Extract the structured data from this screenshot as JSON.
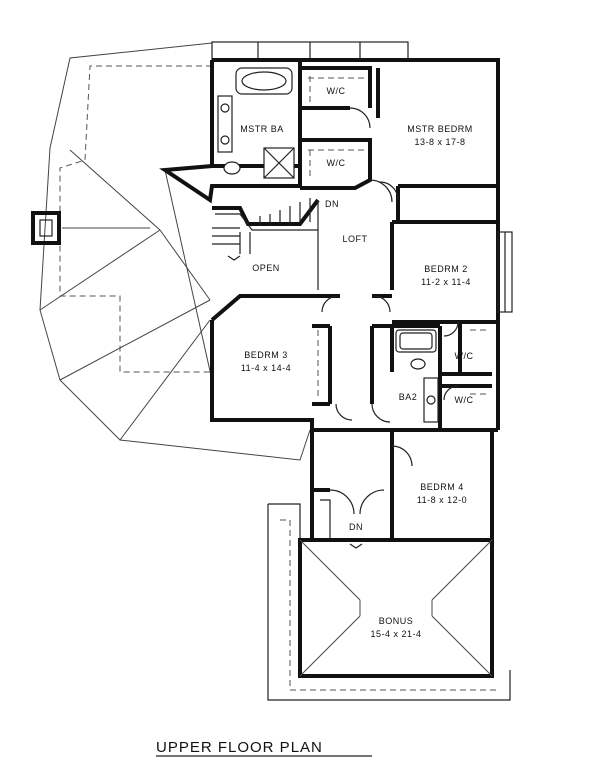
{
  "plan_title": "UPPER FLOOR PLAN",
  "rooms": {
    "wic1": "W/C",
    "wic2": "W/C",
    "mstr_ba": "MSTR BA",
    "mstr_bedrm": {
      "name": "MSTR BEDRM",
      "dims": "13-8 x 17-8"
    },
    "dn_stair": "DN",
    "loft": "LOFT",
    "open": "OPEN",
    "bedrm2": {
      "name": "BEDRM 2",
      "dims": "11-2 x 11-4"
    },
    "bedrm3": {
      "name": "BEDRM 3",
      "dims": "11-4 x 14-4"
    },
    "ba2": "BA2",
    "wic3": "W/C",
    "wic4": "W/C",
    "bedrm4": {
      "name": "BEDRM 4",
      "dims": "11-8 x 12-0"
    },
    "dn_lower": "DN",
    "bonus": {
      "name": "BONUS",
      "dims": "15-4 x 21-4"
    }
  }
}
